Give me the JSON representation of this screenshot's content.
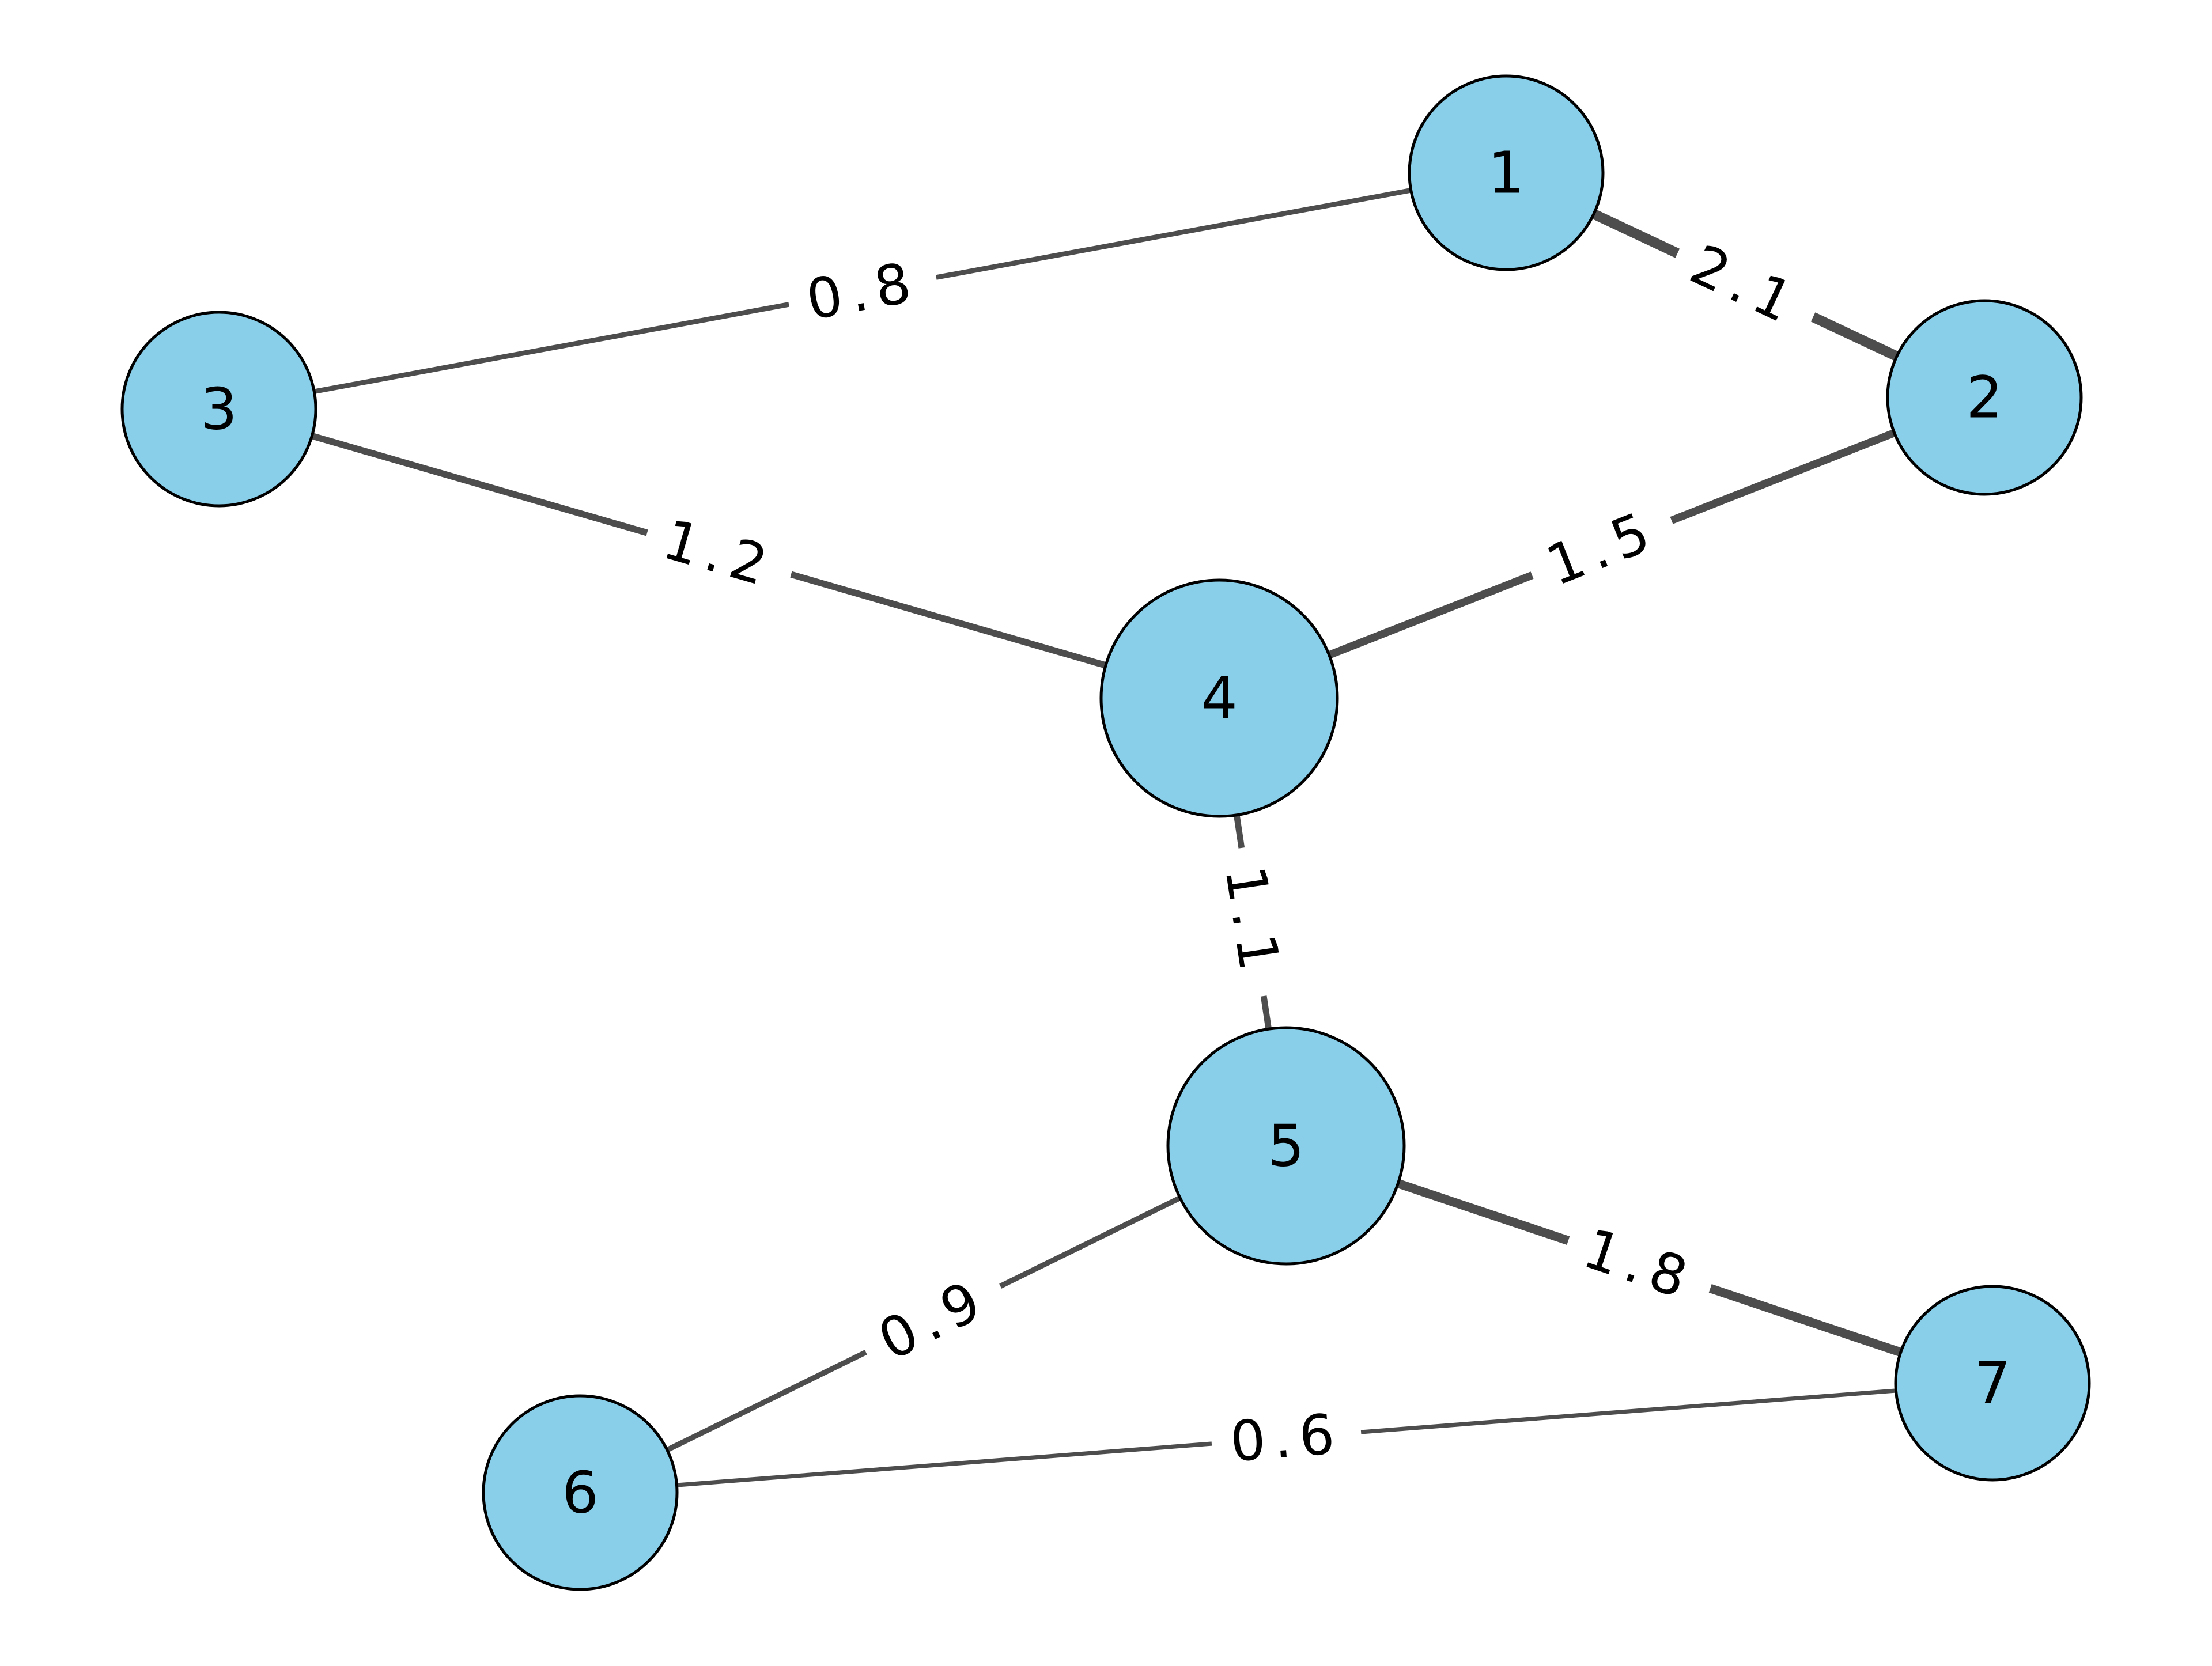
{
  "graph": {
    "type": "weighted-undirected-graph",
    "node_fill": "#89cfea",
    "node_stroke": "#000000",
    "edge_color": "#4d4d4d",
    "nodes": [
      {
        "id": "1",
        "label": "1"
      },
      {
        "id": "2",
        "label": "2"
      },
      {
        "id": "3",
        "label": "3"
      },
      {
        "id": "4",
        "label": "4"
      },
      {
        "id": "5",
        "label": "5"
      },
      {
        "id": "6",
        "label": "6"
      },
      {
        "id": "7",
        "label": "7"
      }
    ],
    "edges": [
      {
        "source": "1",
        "target": "2",
        "weight": 2.1,
        "label": "2.1"
      },
      {
        "source": "1",
        "target": "3",
        "weight": 0.8,
        "label": "0.8"
      },
      {
        "source": "3",
        "target": "4",
        "weight": 1.2,
        "label": "1.2"
      },
      {
        "source": "2",
        "target": "4",
        "weight": 1.5,
        "label": "1.5"
      },
      {
        "source": "4",
        "target": "5",
        "weight": 1.1,
        "label": "1.1"
      },
      {
        "source": "5",
        "target": "6",
        "weight": 0.9,
        "label": "0.9"
      },
      {
        "source": "5",
        "target": "7",
        "weight": 1.8,
        "label": "1.8"
      },
      {
        "source": "6",
        "target": "7",
        "weight": 0.6,
        "label": "0.6"
      }
    ]
  }
}
